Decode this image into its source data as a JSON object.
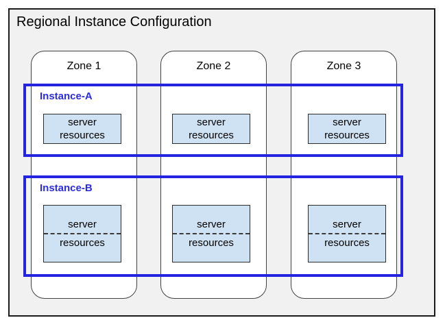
{
  "title": "Regional Instance Configuration",
  "colors": {
    "region_background": "#f1f1f1",
    "zone_background": "#ffffff",
    "instance_blue": "#2323e0",
    "server_box_fill": "#cfe2f3"
  },
  "zones": [
    {
      "label": "Zone 1"
    },
    {
      "label": "Zone 2"
    },
    {
      "label": "Zone 3"
    }
  ],
  "instances": [
    {
      "label": "Instance-A",
      "boxes": [
        {
          "line1": "server",
          "line2": "resources",
          "divider": "none"
        },
        {
          "line1": "server",
          "line2": "resources",
          "divider": "none"
        },
        {
          "line1": "server",
          "line2": "resources",
          "divider": "none"
        }
      ]
    },
    {
      "label": "Instance-B",
      "boxes": [
        {
          "line1": "server",
          "line2": "resources",
          "divider": "dashed"
        },
        {
          "line1": "server",
          "line2": "resources",
          "divider": "dashed"
        },
        {
          "line1": "server",
          "line2": "resources",
          "divider": "dashed"
        }
      ]
    }
  ]
}
